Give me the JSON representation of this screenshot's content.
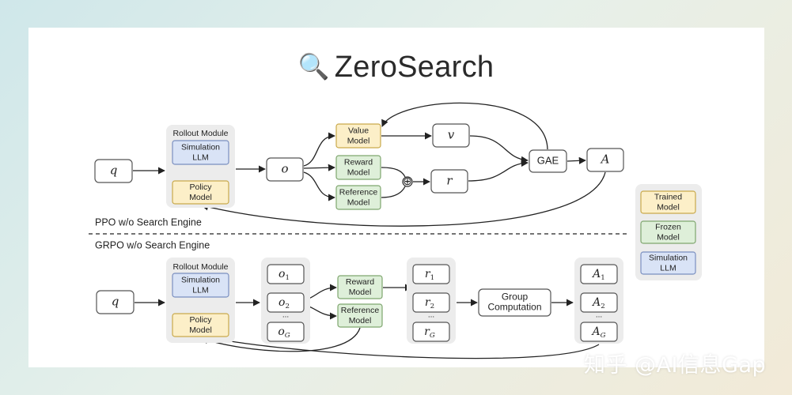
{
  "title": "ZeroSearch",
  "title_icon": "magnifying-glass-icon",
  "colors": {
    "trained": "#fcefc8",
    "trained_border": "#c9a94b",
    "frozen": "#deefd9",
    "frozen_border": "#7fa66f",
    "simulation": "#d9e3f6",
    "simulation_border": "#7a8fc0",
    "panel": "#ececec"
  },
  "ppo": {
    "section_label": "PPO w/o Search Engine",
    "query": "q",
    "rollout_title": "Rollout Module",
    "simulation_llm": [
      "Simulation",
      "LLM"
    ],
    "policy_model": [
      "Policy",
      "Model"
    ],
    "output": "o",
    "value_model": [
      "Value",
      "Model"
    ],
    "reward_model": [
      "Reward",
      "Model"
    ],
    "reference_model": [
      "Reference",
      "Model"
    ],
    "combine_symbol": "⊕",
    "v": "v",
    "r": "r",
    "gae": "GAE",
    "advantage": "A"
  },
  "grpo": {
    "section_label": "GRPO w/o Search Engine",
    "query": "q",
    "rollout_title": "Rollout Module",
    "simulation_llm": [
      "Simulation",
      "LLM"
    ],
    "policy_model": [
      "Policy",
      "Model"
    ],
    "outputs": [
      {
        "base": "o",
        "sub": "1"
      },
      {
        "base": "o",
        "sub": "2"
      },
      {
        "base": "o",
        "sub": "G"
      }
    ],
    "reward_model": [
      "Reward",
      "Model"
    ],
    "reference_model": [
      "Reference",
      "Model"
    ],
    "rewards": [
      {
        "base": "r",
        "sub": "1"
      },
      {
        "base": "r",
        "sub": "2"
      },
      {
        "base": "r",
        "sub": "G"
      }
    ],
    "group_computation": [
      "Group",
      "Computation"
    ],
    "advantages": [
      {
        "base": "A",
        "sub": "1"
      },
      {
        "base": "A",
        "sub": "2"
      },
      {
        "base": "A",
        "sub": "G"
      }
    ],
    "ellipsis": "..."
  },
  "legend": [
    {
      "label": [
        "Trained",
        "Model"
      ],
      "kind": "trained"
    },
    {
      "label": [
        "Frozen",
        "Model"
      ],
      "kind": "frozen"
    },
    {
      "label": [
        "Simulation",
        "LLM"
      ],
      "kind": "simulation"
    }
  ],
  "watermark": "知乎 @AI信息Gap"
}
